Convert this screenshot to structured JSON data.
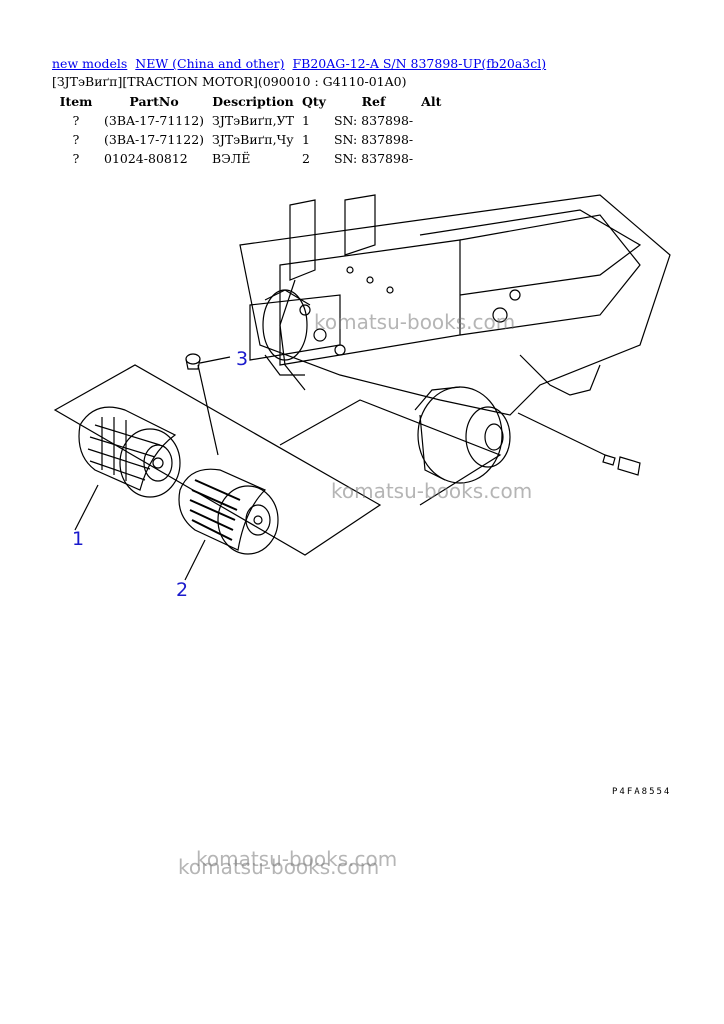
{
  "breadcrumbs": [
    {
      "label": "new models"
    },
    {
      "label": "NEW (China and other)"
    },
    {
      "label": "FB20AG-12-A S/N 837898-UP(fb20a3cl)"
    }
  ],
  "subtitle": "[ЗЈТэВиґп][TRACTION MOTOR](090010 : G4110-01A0)",
  "table": {
    "headers": [
      "Item",
      "PartNo",
      "Description",
      "Qty",
      "Ref",
      "Alt"
    ],
    "rows": [
      [
        "?",
        "(3BA-17-71112)",
        "ЗЈТэВиґп,УТ",
        "1",
        "SN: 837898-",
        ""
      ],
      [
        "?",
        "(3BA-17-71122)",
        "ЗЈТэВиґп,Чу",
        "1",
        "SN: 837898-",
        ""
      ],
      [
        "?",
        "01024-80812",
        "ВЭЛЁ",
        "2",
        "SN: 837898-",
        ""
      ]
    ]
  },
  "callouts": [
    "1",
    "2",
    "3"
  ],
  "figure_code": "P4FA8554",
  "watermarks": [
    "komatsu-books.com",
    "komatsu-books.com",
    "komatsu-books.com",
    "komatsu-books.com"
  ]
}
